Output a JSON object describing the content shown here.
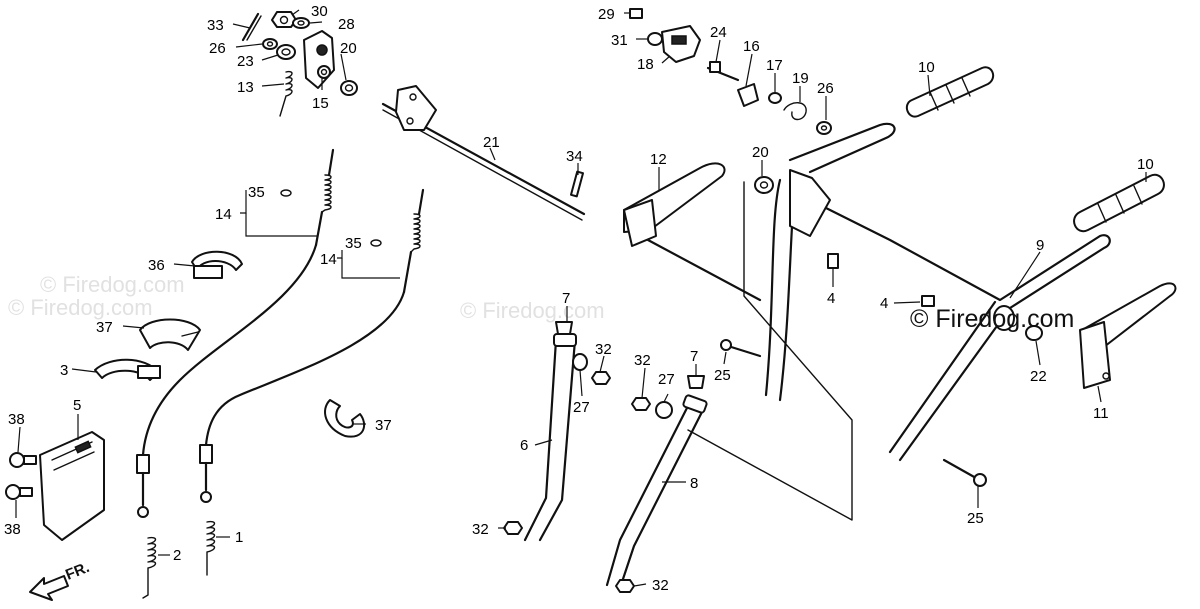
{
  "watermarks": {
    "faint_1": "© Firedog.com",
    "faint_2": "© Firedog.com",
    "faint_3": "© Firedog.com",
    "main": "© Firedog.com"
  },
  "direction_label": "FR.",
  "callouts": {
    "c33": "33",
    "c30": "30",
    "c28": "28",
    "c26": "26",
    "c20a": "20",
    "c23": "23",
    "c13": "13",
    "c15": "15",
    "c35a": "35",
    "c14a": "14",
    "c21": "21",
    "c34": "34",
    "c35b": "35",
    "c14b": "14",
    "c36": "36",
    "c37a": "37",
    "c3": "3",
    "c5": "5",
    "c38a": "38",
    "c38b": "38",
    "c37b": "37",
    "c2": "2",
    "c1": "1",
    "c29": "29",
    "c31": "31",
    "c18": "18",
    "c24": "24",
    "c16": "16",
    "c17": "17",
    "c19": "19",
    "c26b": "26",
    "c10a": "10",
    "c10b": "10",
    "c12": "12",
    "c20b": "20",
    "c9": "9",
    "c4a": "4",
    "c4b": "4",
    "c7a": "7",
    "c32a": "32",
    "c27a": "27",
    "c6": "6",
    "c32b": "32",
    "c32c": "32",
    "c27b": "27",
    "c7b": "7",
    "c25a": "25",
    "c22": "22",
    "c11": "11",
    "c8": "8",
    "c25b": "25",
    "c32d": "32"
  }
}
